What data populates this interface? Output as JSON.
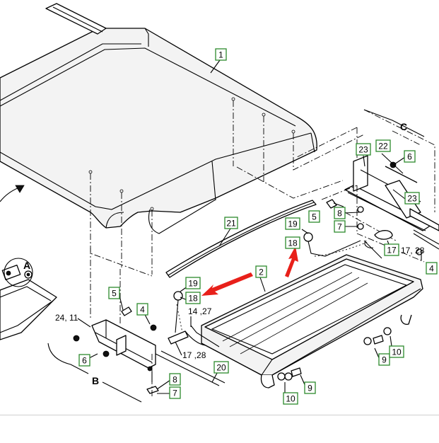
{
  "callouts": {
    "c1": "1",
    "c21": "21",
    "c2": "2",
    "c19a": "19",
    "c18a": "18",
    "c19b": "19",
    "c18b": "18",
    "c23a": "23",
    "c22": "22",
    "c6a": "6",
    "c23b": "23",
    "c5a": "5",
    "c8a": "8",
    "c7a": "7",
    "c17": "17",
    "c4a": "4",
    "c5b": "5",
    "c4b": "4",
    "c6b": "6",
    "c20": "20",
    "c8b": "8",
    "c7b": "7",
    "c9a": "9",
    "c10a": "10",
    "c9b": "9",
    "c10b": "10"
  },
  "labels": {
    "l_24_11": "24, 11",
    "l_14_27": "14 ,27",
    "l_17_28_a": "17 ,28",
    "l_17_28_b": "17, 28"
  },
  "groups": {
    "A": "A",
    "B": "B",
    "C": "C"
  },
  "colors": {
    "callout_border": "#2d8a2d",
    "highlight_arrow": "#e8201a"
  }
}
